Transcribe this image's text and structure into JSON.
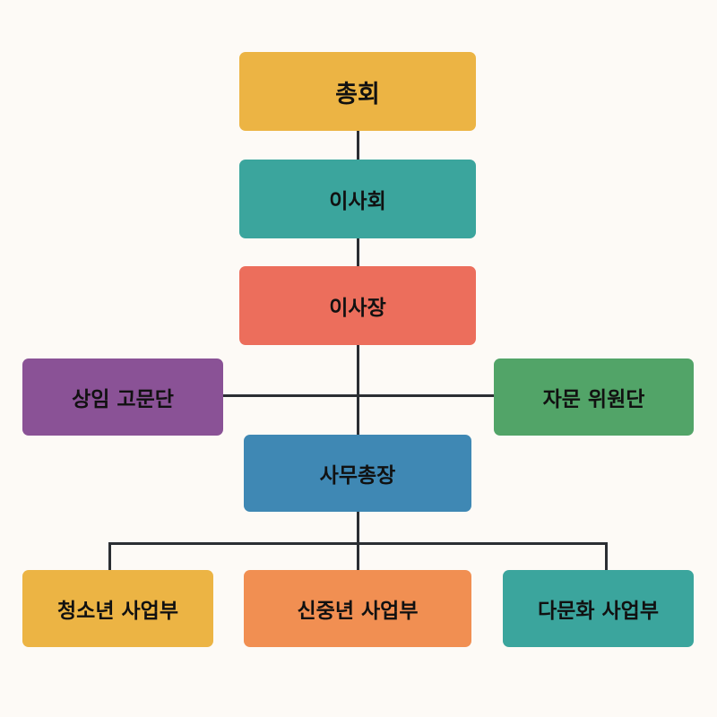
{
  "chart_data": {
    "type": "org-chart",
    "nodes": [
      {
        "id": "general",
        "label": "총회",
        "color": "#ecb444"
      },
      {
        "id": "board",
        "label": "이사회",
        "color": "#3ba59d",
        "parent": "general"
      },
      {
        "id": "chair",
        "label": "이사장",
        "color": "#ec6e5c",
        "parent": "board"
      },
      {
        "id": "standing_advisors",
        "label": "상임 고문단",
        "color": "#8a5296",
        "parent": "chair"
      },
      {
        "id": "advisory_committee",
        "label": "자문 위원단",
        "color": "#52a468",
        "parent": "chair"
      },
      {
        "id": "secretary_general",
        "label": "사무총장",
        "color": "#3f88b4",
        "parent": "chair"
      },
      {
        "id": "youth",
        "label": "청소년 사업부",
        "color": "#ecb444",
        "parent": "secretary_general"
      },
      {
        "id": "midlife",
        "label": "신중년 사업부",
        "color": "#f18f52",
        "parent": "secretary_general"
      },
      {
        "id": "multicultural",
        "label": "다문화 사업부",
        "color": "#3ba59d",
        "parent": "secretary_general"
      }
    ]
  }
}
